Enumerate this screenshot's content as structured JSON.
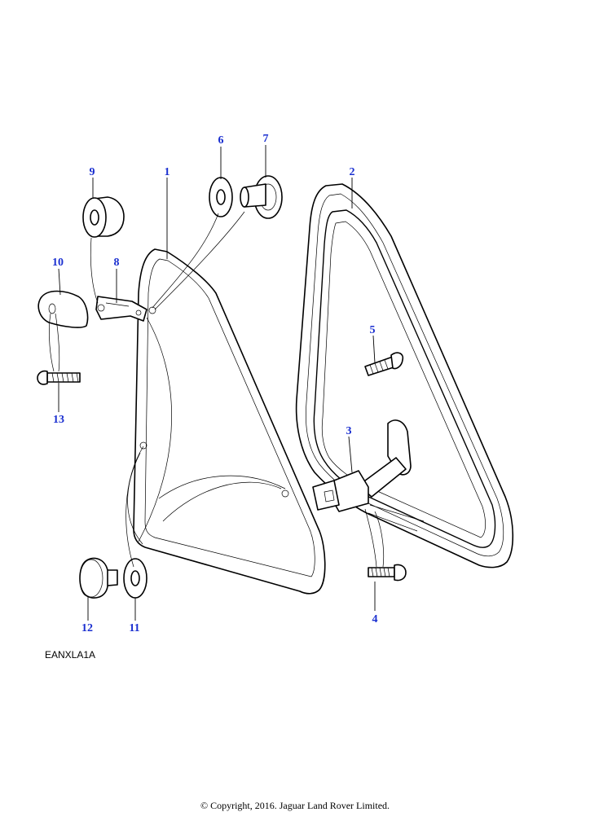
{
  "diagram": {
    "callouts": [
      {
        "id": "1",
        "label": "1"
      },
      {
        "id": "2",
        "label": "2"
      },
      {
        "id": "3",
        "label": "3"
      },
      {
        "id": "4",
        "label": "4"
      },
      {
        "id": "5",
        "label": "5"
      },
      {
        "id": "6",
        "label": "6"
      },
      {
        "id": "7",
        "label": "7"
      },
      {
        "id": "8",
        "label": "8"
      },
      {
        "id": "9",
        "label": "9"
      },
      {
        "id": "10",
        "label": "10"
      },
      {
        "id": "11",
        "label": "11"
      },
      {
        "id": "12",
        "label": "12"
      },
      {
        "id": "13",
        "label": "13"
      }
    ],
    "reference_code": "EANXLA1A",
    "label_color": "#1a2fd0"
  },
  "footer": {
    "copyright": "© Copyright, 2016. Jaguar Land Rover Limited."
  }
}
